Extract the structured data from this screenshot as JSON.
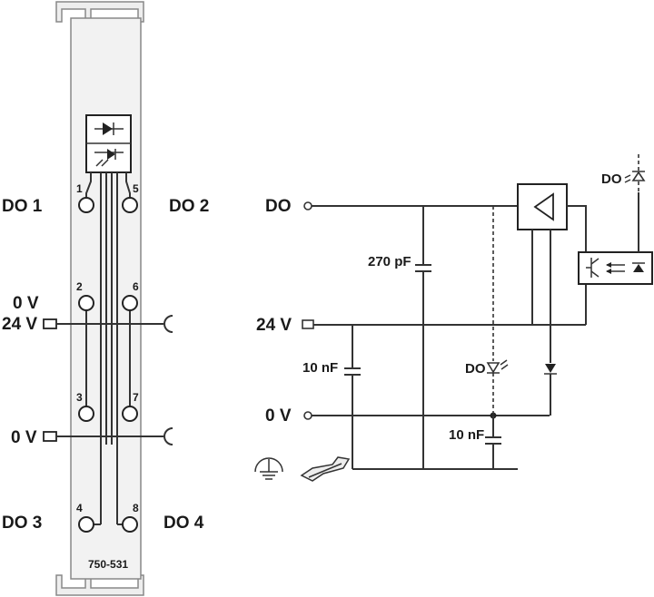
{
  "module": {
    "part_number": "750-531",
    "channel_labels": {
      "do1": "DO 1",
      "do2": "DO 2",
      "do3": "DO 3",
      "do4": "DO 4"
    },
    "supply_labels": {
      "zero_v_top": "0 V",
      "plus_24v": "24 V",
      "zero_v_bottom": "0 V"
    },
    "terminal_numbers": [
      "1",
      "2",
      "3",
      "4",
      "5",
      "6",
      "7",
      "8"
    ]
  },
  "schematic": {
    "do_label": "DO",
    "plus_24v_label": "24 V",
    "zero_v_label": "0 V",
    "cap_270pf": "270 pF",
    "cap_10nf_left": "10 nF",
    "cap_10nf_right": "10 nF",
    "led_do_label": "DO",
    "opto_do_label": "DO"
  }
}
